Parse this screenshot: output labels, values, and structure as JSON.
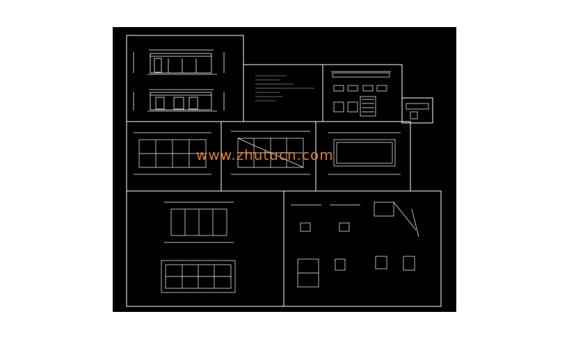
{
  "watermark": {
    "text": "www.zhutucn.com",
    "color": "#f08a3c"
  },
  "colors": {
    "background": "#000000",
    "lines": "#ffffff",
    "dim": "#cfcfcf"
  },
  "sheets": [
    {
      "id": "elevations",
      "label": "elevations-panel"
    },
    {
      "id": "notes",
      "label": "design-notes-panel"
    },
    {
      "id": "sections",
      "label": "section-details-panel"
    },
    {
      "id": "legend",
      "label": "small-detail-panel"
    },
    {
      "id": "plan-1",
      "label": "floor-plan-1"
    },
    {
      "id": "plan-2",
      "label": "roof-framing-plan"
    },
    {
      "id": "plan-3",
      "label": "foundation-plan"
    },
    {
      "id": "plans-bottom",
      "label": "structural-plans-panel"
    },
    {
      "id": "details",
      "label": "construction-details-panel"
    }
  ]
}
